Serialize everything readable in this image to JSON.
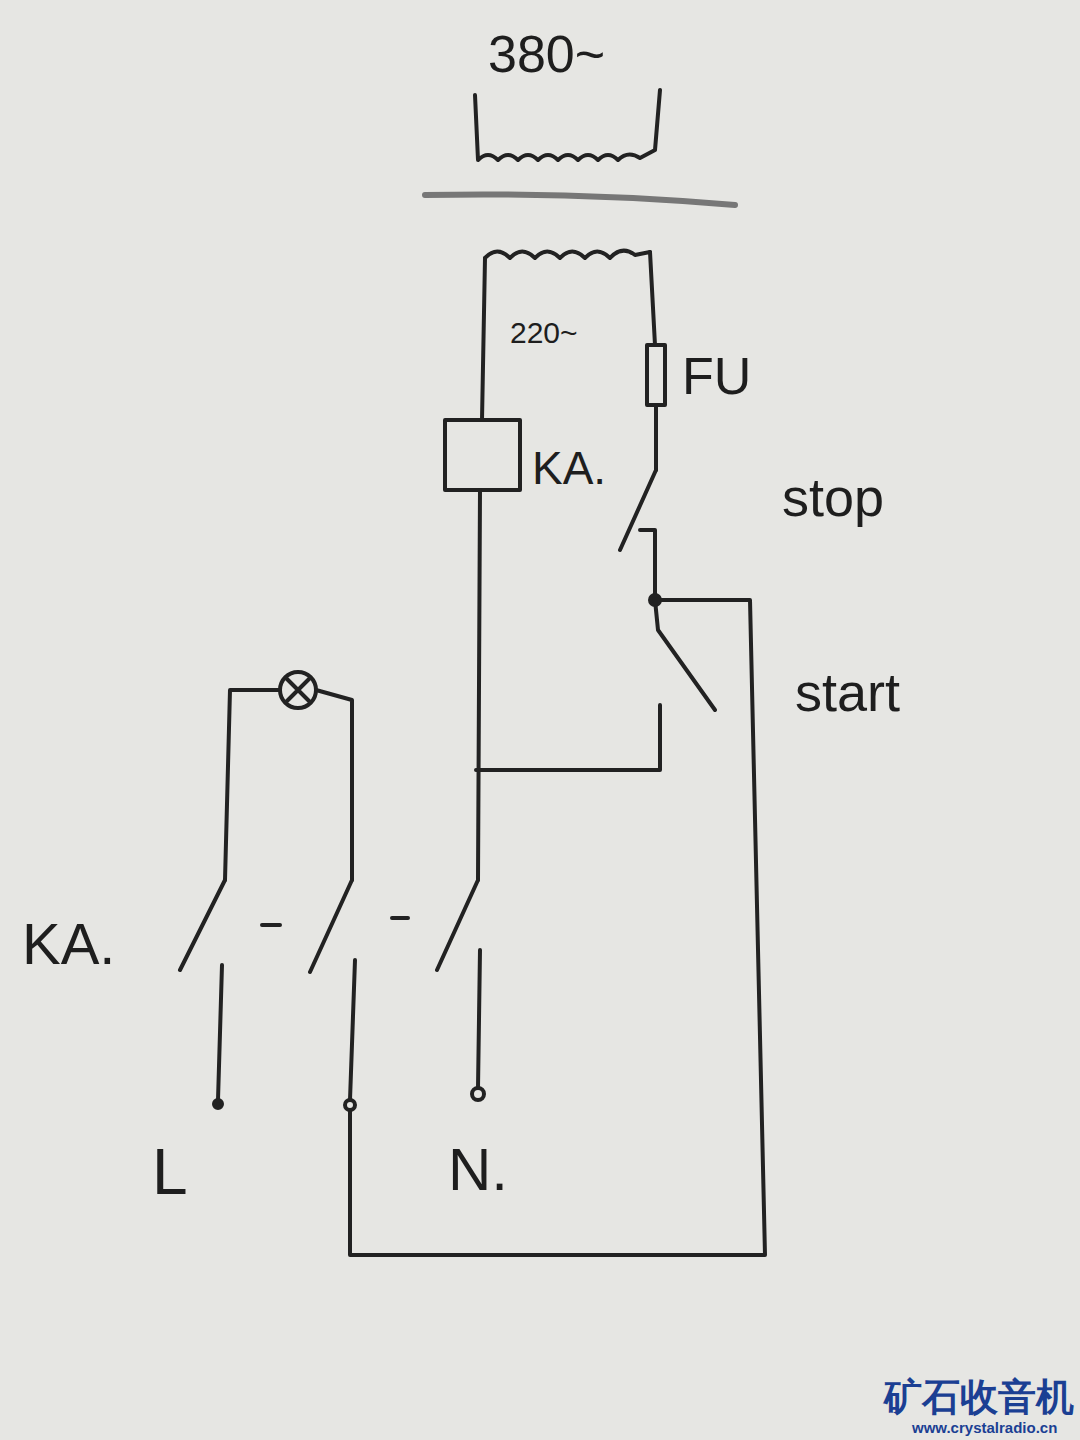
{
  "diagram": {
    "labels": [
      "380~",
      "220~",
      "FU",
      "KA.",
      "stop",
      "start",
      "KA.",
      "L",
      "N.",
      "矿石收音机",
      "www.crystalradio.cn"
    ]
  }
}
